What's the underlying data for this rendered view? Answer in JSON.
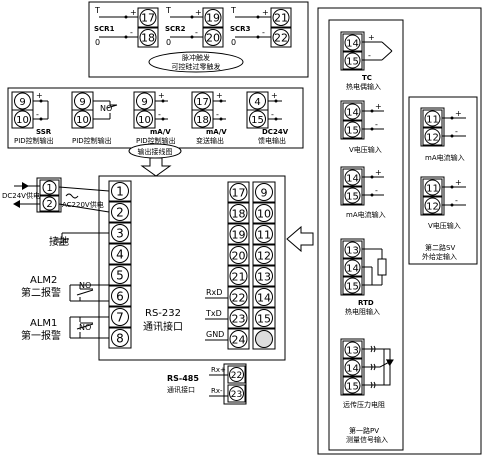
{
  "scr": {
    "T": "T",
    "zero": "0",
    "plus": "+",
    "minus": "-",
    "labels": [
      "SCR1",
      "SCR2",
      "SCR3"
    ],
    "terminals": [
      [
        "17",
        "18"
      ],
      [
        "19",
        "20"
      ],
      [
        "21",
        "22"
      ]
    ],
    "bubble_line1": "脉冲触发",
    "bubble_line2": "可控硅过零触发"
  },
  "outputs": {
    "plus": "+",
    "minus": "-",
    "items": [
      {
        "terminals": [
          "9",
          "10"
        ],
        "line1": "SSR",
        "line2": "PID控制输出"
      },
      {
        "terminals": [
          "9",
          "10"
        ],
        "line1": "NO",
        "line2": "PID控制输出"
      },
      {
        "terminals": [
          "9",
          "10"
        ],
        "line1": "mA/V",
        "line2": "PID控制输出"
      },
      {
        "terminals": [
          "17",
          "18"
        ],
        "line1": "mA/V",
        "line2": "变送输出"
      },
      {
        "terminals": [
          "4",
          "15"
        ],
        "line1": "DC24V",
        "line2": "馈电输出"
      }
    ],
    "wiring_label": "输出接线图"
  },
  "main": {
    "left_terminals": [
      "1",
      "2",
      "3",
      "4",
      "5",
      "6",
      "7",
      "8"
    ],
    "center_col": [
      "17",
      "18",
      "19",
      "20",
      "21",
      "22",
      "23",
      "24"
    ],
    "right_col": [
      "9",
      "10",
      "11",
      "12",
      "13",
      "14",
      "15"
    ],
    "dc24v_label": "DC24V供电",
    "ac220v_label": "AC220V供电",
    "ground_label": "接地",
    "alm2_title": "ALM2",
    "alm2_name": "第二报警",
    "alm1_title": "ALM1",
    "alm1_name": "第一报警",
    "no_label": "NO",
    "rs232_title": "RS-232",
    "rs232_name": "通讯接口",
    "rxd": "RxD",
    "txd": "TxD",
    "gnd": "GND"
  },
  "rs485": {
    "title": "RS-485",
    "name": "通讯接口",
    "rx_plus": "Rx+",
    "rx_minus": "Rx-",
    "terminals": [
      "22",
      "23"
    ]
  },
  "inputs": {
    "plus": "+",
    "minus": "-",
    "tc_terminals": [
      "14",
      "15"
    ],
    "tc_line1": "TC",
    "tc_line2": "热电偶输入",
    "v_terminals": [
      "14",
      "15"
    ],
    "v_label": "V电压输入",
    "ma_terminals": [
      "14",
      "15"
    ],
    "ma_label": "mA电流输入",
    "rtd_terminals": [
      "13",
      "14",
      "15"
    ],
    "rtd_line1": "RTD",
    "rtd_line2": "热电阻输入",
    "rp_terminals": [
      "13",
      "14",
      "15"
    ],
    "rp_label": "远传压力电阻",
    "footer_line1": "第一路PV",
    "footer_line2": "测量信号输入"
  },
  "sv_inputs": {
    "plus": "+",
    "minus": "-",
    "ma_terminals": [
      "11",
      "12"
    ],
    "ma_label": "mA电流输入",
    "v_terminals": [
      "11",
      "12"
    ],
    "v_label": "V电压输入",
    "footer_line1": "第二路SV",
    "footer_line2": "外给定输入"
  }
}
